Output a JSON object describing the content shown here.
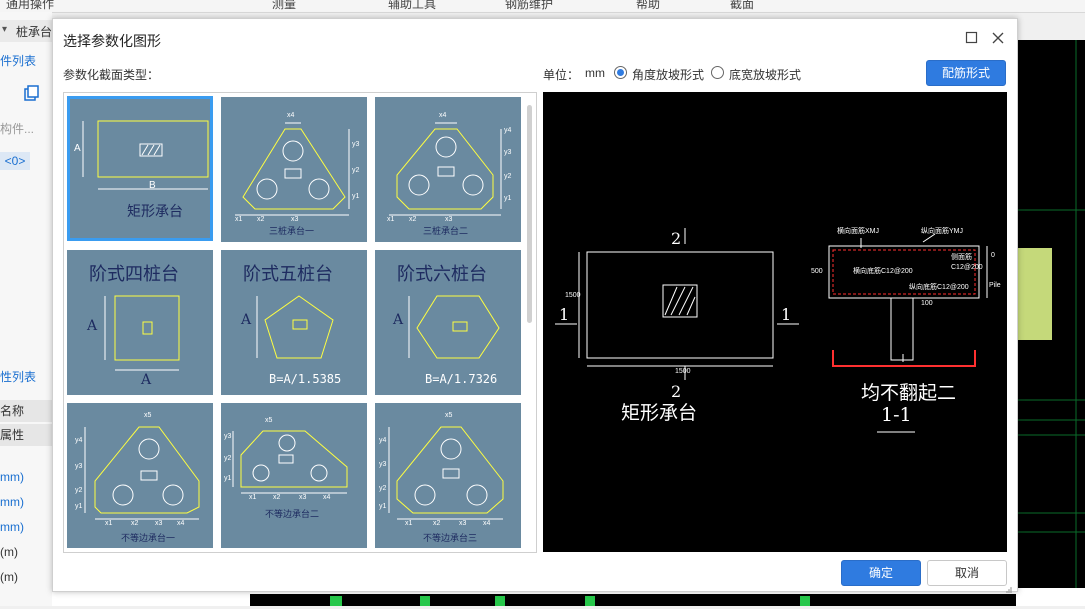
{
  "app": {
    "menu": [
      "通用操作",
      "测量",
      "辅助工具",
      "钢筋维护",
      "帮助",
      "截面"
    ],
    "toolbar_label": "桩承台",
    "panel1_title": "件列表",
    "panel1_item": "构件...",
    "panel1_badge": "<0>",
    "panel2_title": "性列表",
    "panel2_rows": [
      "名称",
      "属性"
    ],
    "units": [
      "mm)",
      "mm)",
      "mm)",
      "(m)",
      "(m)"
    ]
  },
  "dialog": {
    "title": "选择参数化图形",
    "section_label": "参数化截面类型：",
    "unit_label": "单位：",
    "unit_value": "mm",
    "radio_angle": "角度放坡形式",
    "radio_width": "底宽放坡形式",
    "rebar_button": "配筋形式",
    "ok_button": "确定",
    "cancel_button": "取消"
  },
  "shapes": [
    {
      "label": "矩形承台",
      "dim_a": "A",
      "dim_b": "B"
    },
    {
      "label": "三桩承台一",
      "dims": [
        "x4",
        "y3",
        "y2",
        "y1",
        "x1",
        "x2",
        "x3"
      ]
    },
    {
      "label": "三桩承台二",
      "dims": [
        "x4",
        "y4",
        "y3",
        "y2",
        "y1",
        "x1",
        "x2",
        "x3"
      ]
    },
    {
      "label": "阶式四桩台",
      "dim_a": "A",
      "dim_b": "A"
    },
    {
      "label": "阶式五桩台",
      "dim_a": "A",
      "formula": "B=A/1.5385"
    },
    {
      "label": "阶式六桩台",
      "dim_a": "A",
      "formula": "B=A/1.7326"
    },
    {
      "label": "不等边承台一",
      "dims": [
        "x5",
        "y4",
        "y3",
        "y2",
        "y1",
        "x1",
        "x2",
        "x3",
        "x4"
      ]
    },
    {
      "label": "不等边承台二",
      "dims": [
        "x5",
        "y3",
        "y2",
        "y1",
        "x1",
        "x2",
        "x3",
        "x4"
      ]
    },
    {
      "label": "不等边承台三",
      "dims": [
        "x5",
        "y4",
        "y3",
        "y2",
        "y1",
        "x1",
        "x2",
        "x3",
        "x4"
      ]
    }
  ],
  "preview": {
    "plan_label": "矩形承台",
    "section_mark_top": "2",
    "section_mark_bottom": "2",
    "section_mark_left": "1",
    "section_mark_right": "1",
    "plan_height": "1500",
    "plan_width": "1500",
    "section_caption": "均不翻起二",
    "section_id": "1-1",
    "rebar_top_h": "横向面筋XMJ",
    "rebar_top_v": "纵向面筋YMJ",
    "rebar_bottom_h": "横向底筋C12@200",
    "rebar_bottom_v": "纵向底筋C12@200",
    "rebar_side": "侧面筋",
    "rebar_side_value": "C12@200",
    "depth": "500",
    "cover": "0",
    "pile_embed": "Pile",
    "pile_width": "100"
  }
}
